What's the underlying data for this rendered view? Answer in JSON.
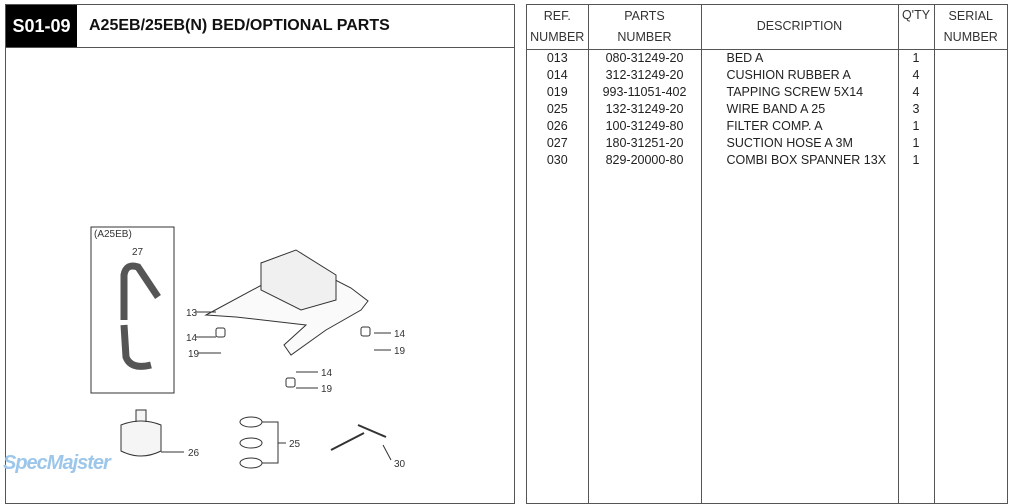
{
  "header": {
    "code": "S01-09",
    "title": "A25EB/25EB(N)  BED/OPTIONAL PARTS"
  },
  "table": {
    "headers": {
      "ref": [
        "REF.",
        "NUMBER"
      ],
      "parts": [
        "PARTS",
        "NUMBER"
      ],
      "desc": "DESCRIPTION",
      "qty": "Q'TY",
      "serial": [
        "SERIAL",
        "NUMBER"
      ]
    },
    "rows": [
      {
        "ref": "013",
        "part": "080-31249-20",
        "desc": "BED A",
        "qty": "1"
      },
      {
        "ref": "014",
        "part": "312-31249-20",
        "desc": "CUSHION RUBBER A",
        "qty": "4"
      },
      {
        "ref": "019",
        "part": "993-11051-402",
        "desc": "TAPPING SCREW 5X14",
        "qty": "4"
      },
      {
        "ref": "025",
        "part": "132-31249-20",
        "desc": "WIRE BAND A 25",
        "qty": "3"
      },
      {
        "ref": "026",
        "part": "100-31249-80",
        "desc": "FILTER COMP. A",
        "qty": "1"
      },
      {
        "ref": "027",
        "part": "180-31251-20",
        "desc": "SUCTION HOSE A 3M",
        "qty": "1"
      },
      {
        "ref": "030",
        "part": "829-20000-80",
        "desc": "COMBI BOX SPANNER  13X",
        "qty": "1"
      }
    ]
  },
  "diagram": {
    "inset_label": "(A25EB)",
    "callouts": {
      "c27": "27",
      "c13": "13",
      "c14a": "14",
      "c19a": "19",
      "c14b": "14",
      "c19b": "19",
      "c14c": "14",
      "c19c": "19",
      "c26": "26",
      "c25": "25",
      "c30": "30"
    }
  },
  "watermark": "SpecMajster"
}
